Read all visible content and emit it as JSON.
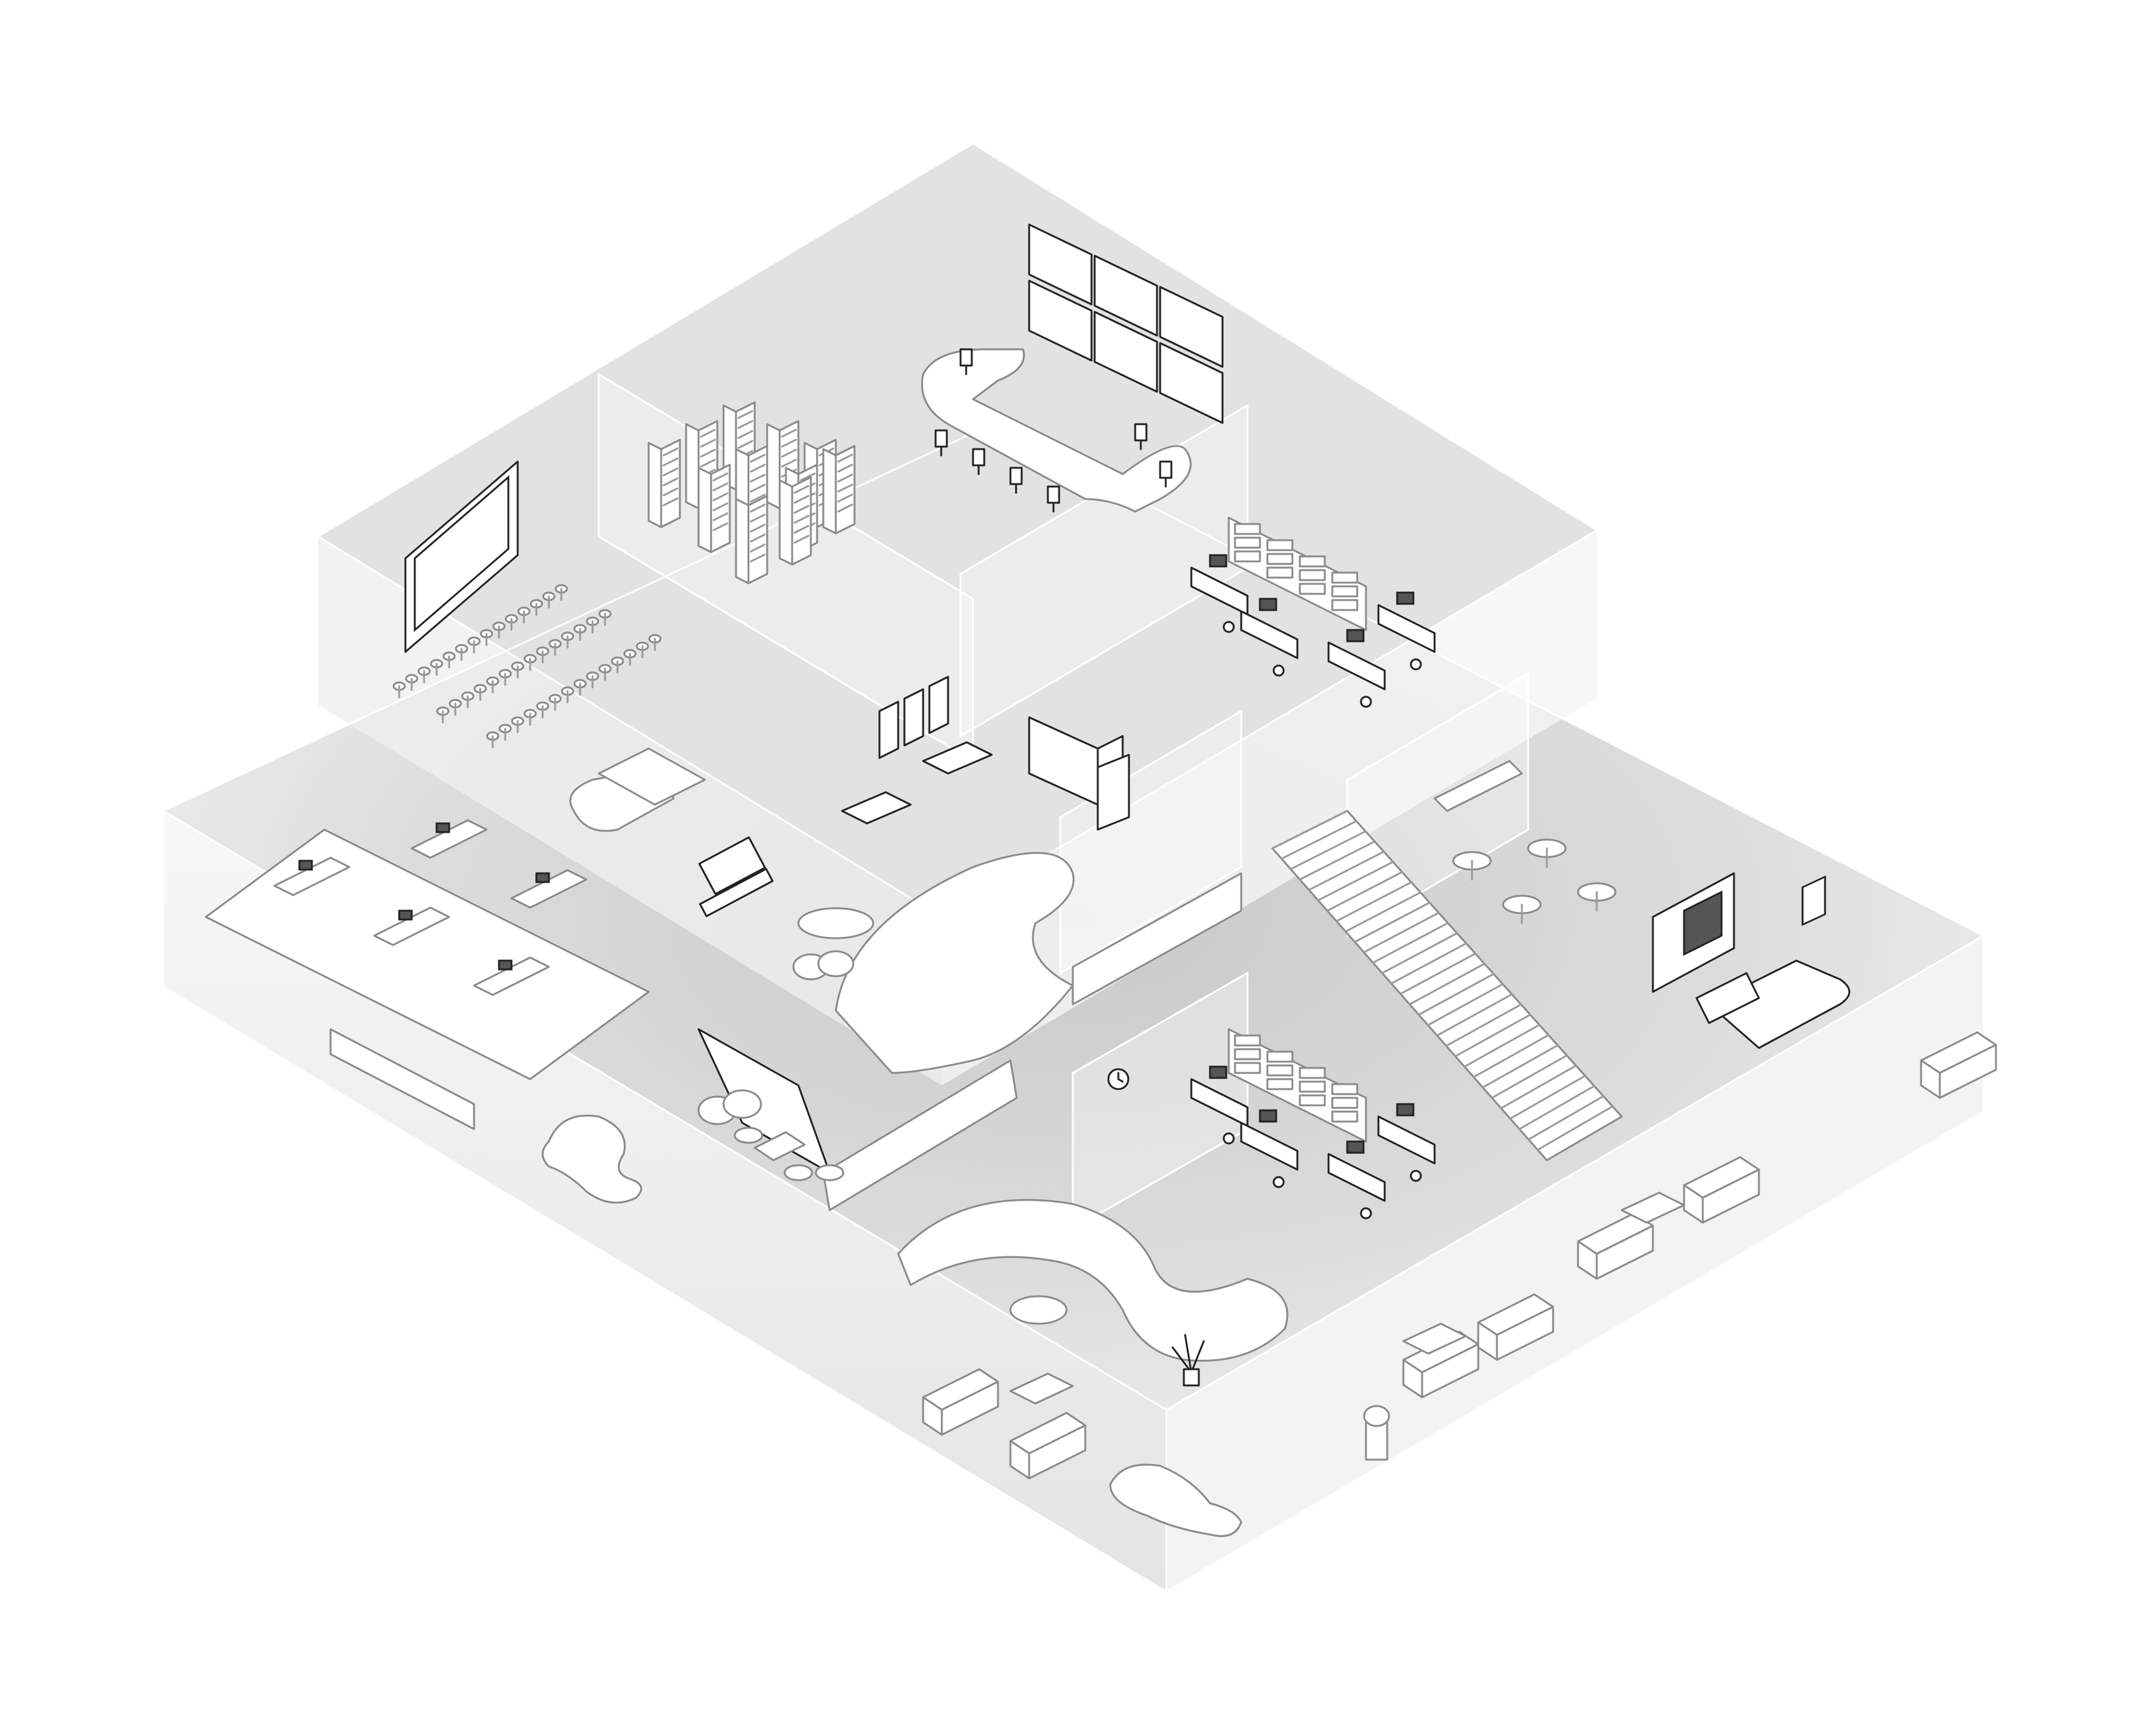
{
  "diagram": {
    "type": "isometric-office-floor-plan",
    "colors": {
      "background": "#ffffff",
      "floor": "#d9d9d9",
      "wall": "#eeeeee",
      "outline": "#222222",
      "glass_edge": "#ffffff"
    },
    "zones": [
      {
        "name": "auditorium",
        "icon": "chair-rows-icon"
      },
      {
        "name": "server-room",
        "icon": "server-rack-icon"
      },
      {
        "name": "boardroom",
        "icon": "conference-table-icon"
      },
      {
        "name": "open-workstations",
        "icon": "desk-cluster-icon"
      },
      {
        "name": "lounge",
        "icon": "sofa-icon"
      },
      {
        "name": "reception",
        "icon": "reception-desk-icon"
      },
      {
        "name": "cafe",
        "icon": "cafe-table-icon"
      },
      {
        "name": "staircase",
        "icon": "stairs-icon"
      }
    ]
  }
}
